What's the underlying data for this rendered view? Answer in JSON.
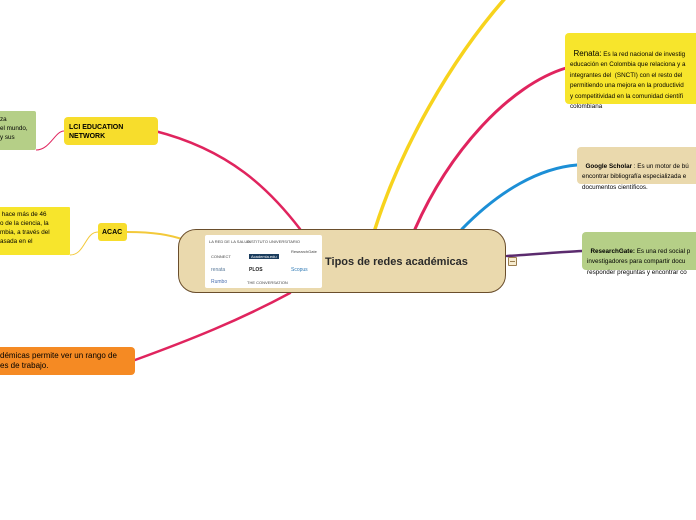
{
  "central": {
    "title": "Tipos de redes académicas",
    "logos": [
      "LA RED DE LA SALUD",
      "INSTITUTO UNIVERSITARIO",
      "ResearchGate",
      "CONNECT",
      "Academia.edu",
      "renata",
      "PLOS",
      "Scopus",
      "Rumbo",
      "THE CONVERSATION"
    ]
  },
  "left": {
    "lci": {
      "label": "LCI EDUCATION NETWORK",
      "desc": "za\nel mundo,\ny sus"
    },
    "acac": {
      "label": "ACAC",
      "desc": " hace más de 46\no de la ciencia, la\nmbia, a través del\nasada en el"
    },
    "bottom": {
      "desc": "démicas permite ver un rango de\nes de trabajo."
    }
  },
  "right": {
    "renata": {
      "title": "Renata:",
      "desc": " Es la red nacional de investig\neducación en Colombia que relaciona y a\nintegrantes del  (SNCTI) con el resto del\npermitiendo una mejora en la productivid\ny competitividad en la comunidad científi\ncolombiana"
    },
    "scholar": {
      "title": "Google Scholar",
      "desc": " : Es un motor de bú\nencontrar bibliografía especializada e\ndocumentos científicos."
    },
    "researchgate": {
      "title": "ResearchGate:",
      "desc": " Es una red social p\ninvestigadores para compartir docu\nresponder preguntas y encontrar co"
    }
  },
  "colors": {
    "central_fill": "#ead9ad",
    "central_border": "#6a4e2c",
    "lci_branch": "#e0245e",
    "lci_node": "#f7dd2c",
    "lci_desc": "#b5cf87",
    "acac_node": "#f7dd2c",
    "acac_branch": "#f3c93a",
    "acac_desc": "#f7e52c",
    "bottom_branch": "#e0245e",
    "bottom_desc": "#f58a23",
    "top_yellow": "#f7d31d",
    "renata_branch": "#e0245e",
    "renata_desc": "#f7e52c",
    "scholar_branch": "#1c8fd6",
    "scholar_desc": "#ead9ad",
    "rg_branch": "#5b2b6e",
    "rg_desc": "#b5cf87"
  }
}
